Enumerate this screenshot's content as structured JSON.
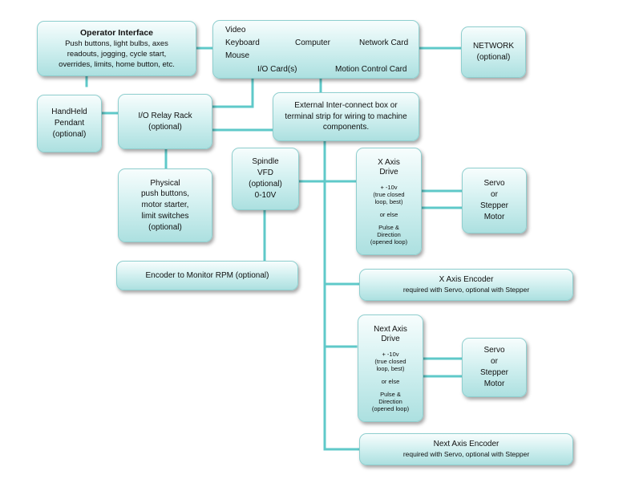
{
  "colors": {
    "wire": "#5fc9c9",
    "box_top": "#f7fdfd",
    "box_bottom": "#ace0e0",
    "border": "#8fcfcf"
  },
  "operator_interface": {
    "title": "Operator Interface",
    "lines": [
      "Push buttons, light bulbs, axes",
      "readouts, jogging, cycle start,",
      "overrides, limits, home button, etc."
    ]
  },
  "computer": {
    "video": "Video",
    "keyboard": "Keyboard",
    "mouse": "Mouse",
    "computer": "Computer",
    "network_card": "Network Card",
    "io_cards": "I/O Card(s)",
    "motion_control_card": "Motion Control Card"
  },
  "network": {
    "lines": [
      "NETWORK",
      "(optional)"
    ]
  },
  "pendant": {
    "lines": [
      "HandHeld",
      "Pendant",
      "(optional)"
    ]
  },
  "io_relay_rack": {
    "lines": [
      "I/O Relay Rack",
      "(optional)"
    ]
  },
  "interconnect": {
    "lines": [
      "External Inter-connect box or",
      "terminal strip for wiring to machine",
      "components."
    ]
  },
  "physical": {
    "lines": [
      "Physical",
      "push buttons,",
      "motor starter,",
      "limit switches",
      "(optional)"
    ]
  },
  "spindle": {
    "lines": [
      "Spindle",
      "VFD",
      "(optional)",
      "0-10V"
    ]
  },
  "rpm_encoder": {
    "label": "Encoder to Monitor RPM (optional)"
  },
  "x_drive": {
    "title": [
      "X Axis",
      "Drive"
    ],
    "analog": [
      "+ -10v",
      "(true closed",
      "loop, best)"
    ],
    "or_else": "or else",
    "pulse": [
      "Pulse &",
      "Direction",
      "(opened loop)"
    ]
  },
  "x_motor": {
    "lines": [
      "Servo",
      "or",
      "Stepper",
      "Motor"
    ]
  },
  "x_encoder": {
    "title": "X Axis Encoder",
    "subtitle": "required with Servo, optional with Stepper"
  },
  "next_drive": {
    "title": [
      "Next Axis",
      "Drive"
    ],
    "analog": [
      "+ -10v",
      "(true closed",
      "loop, best)"
    ],
    "or_else": "or else",
    "pulse": [
      "Pulse &",
      "Direction",
      "(opened loop)"
    ]
  },
  "next_motor": {
    "lines": [
      "Servo",
      "or",
      "Stepper",
      "Motor"
    ]
  },
  "next_encoder": {
    "title": "Next Axis Encoder",
    "subtitle": "required with Servo, optional with Stepper"
  }
}
